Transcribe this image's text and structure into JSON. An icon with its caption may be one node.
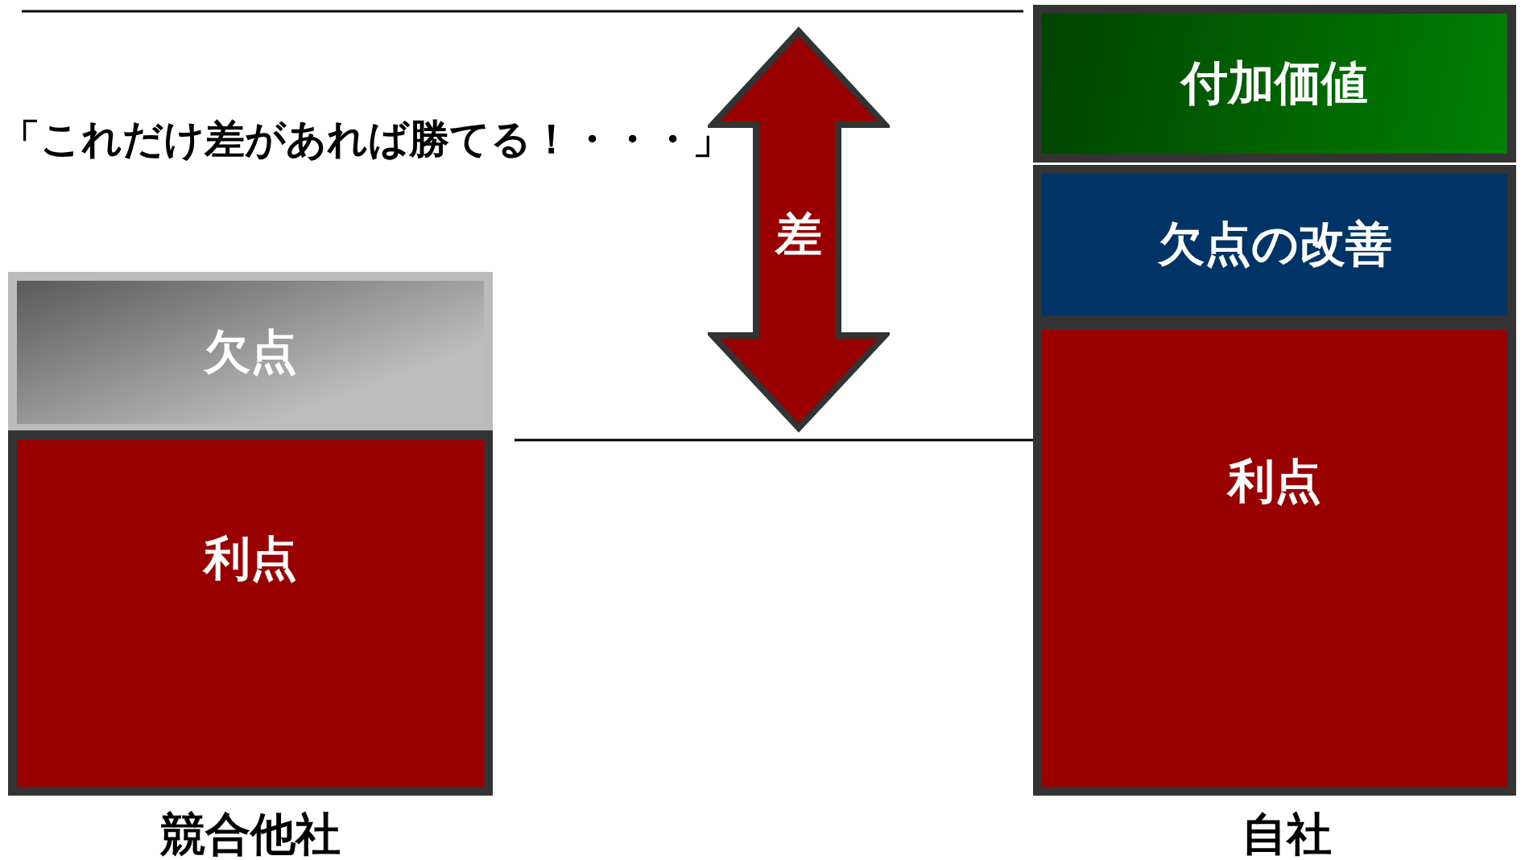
{
  "diagram": {
    "nodes": [
      {
        "text": [
          "欠点"
        ]
      },
      {
        "text": [
          "利点"
        ]
      },
      {
        "text": [
          "付加価値"
        ]
      },
      {
        "text": [
          "欠点の改善"
        ]
      },
      {
        "text": [
          "利点"
        ]
      },
      {
        "text": [
          "差"
        ]
      }
    ],
    "labels": [
      "「これだけ差があれば勝てる！・・・」",
      "競合他社",
      "自社"
    ]
  }
}
